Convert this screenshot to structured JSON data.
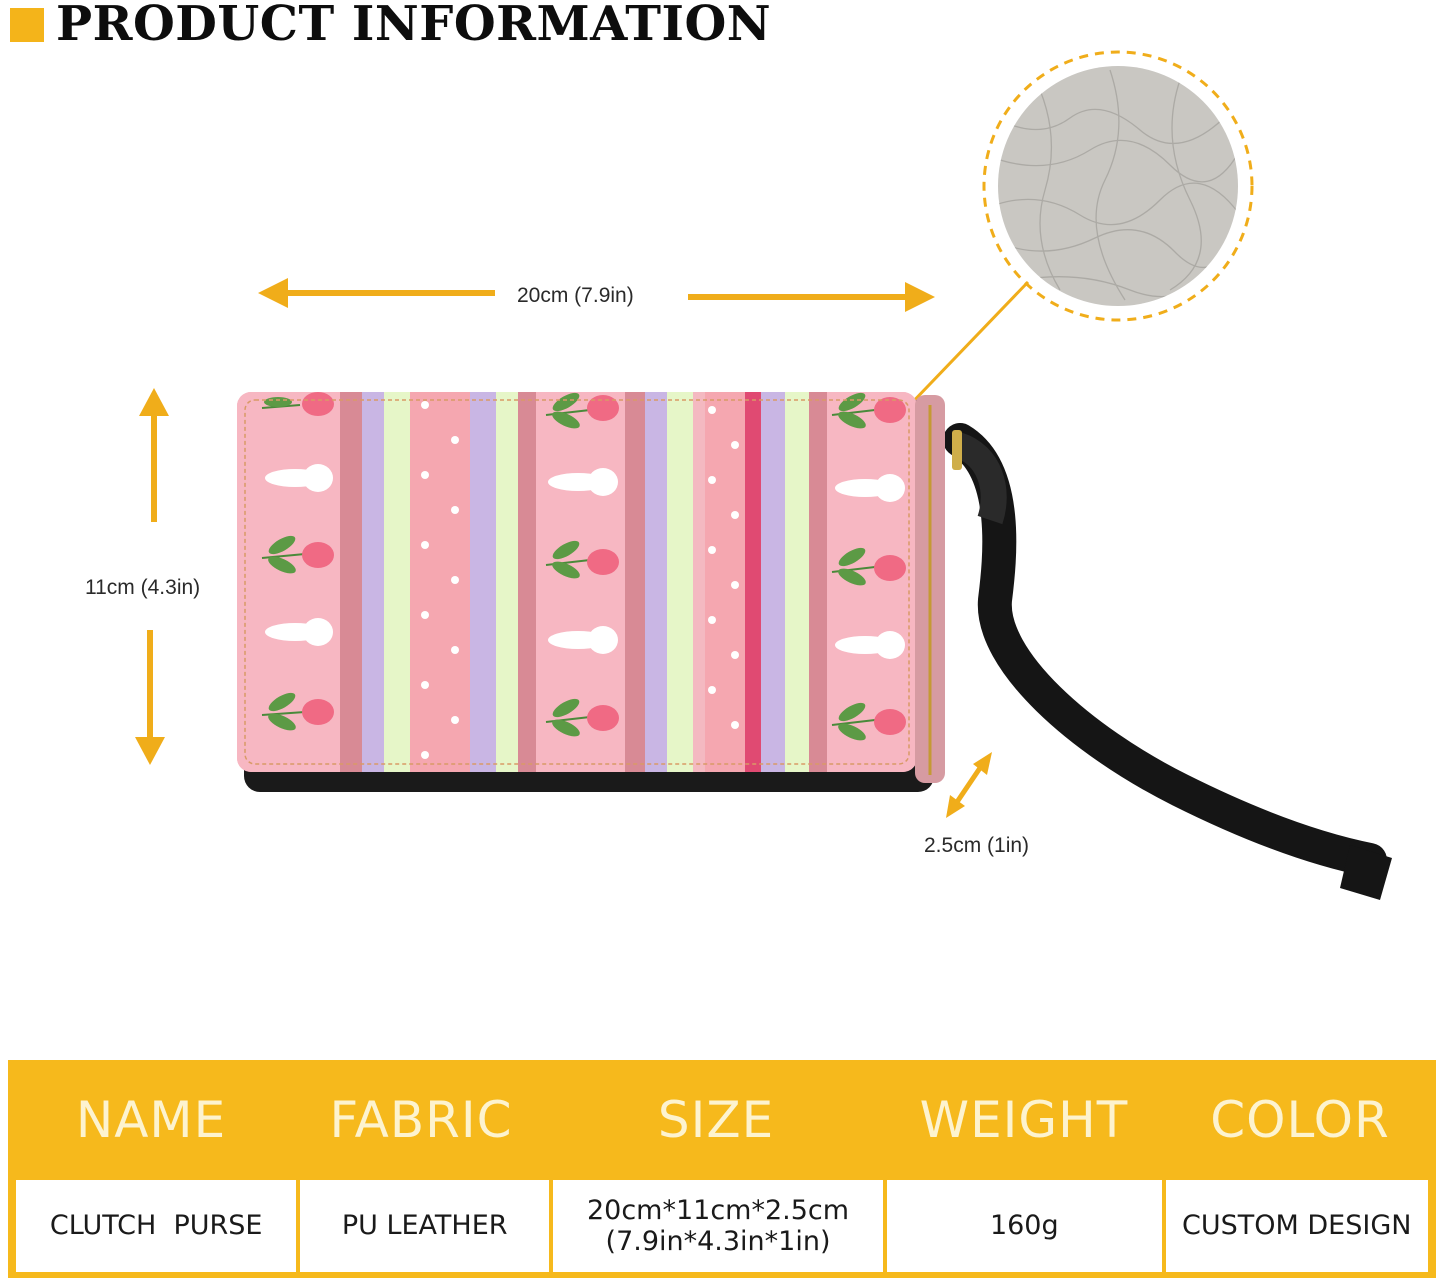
{
  "header": {
    "title": "PRODUCT INFORMATION"
  },
  "dimensions": {
    "width": "20cm (7.9in)",
    "height": "11cm (4.3in)",
    "depth": "2.5cm (1in)"
  },
  "colors": {
    "accent": "#f4b41a",
    "purse_pink": "#f6b4c0",
    "strap": "#111111"
  },
  "icons": [
    "material-swatch-icon"
  ],
  "table": {
    "headers": [
      "NAME",
      "FABRIC",
      "SIZE",
      "WEIGHT",
      "COLOR"
    ],
    "values": {
      "name": "CLUTCH  PURSE",
      "fabric": "PU LEATHER",
      "size_line1": "20cm*11cm*2.5cm",
      "size_line2": "(7.9in*4.3in*1in)",
      "weight": "160g",
      "color": "CUSTOM DESIGN"
    }
  }
}
